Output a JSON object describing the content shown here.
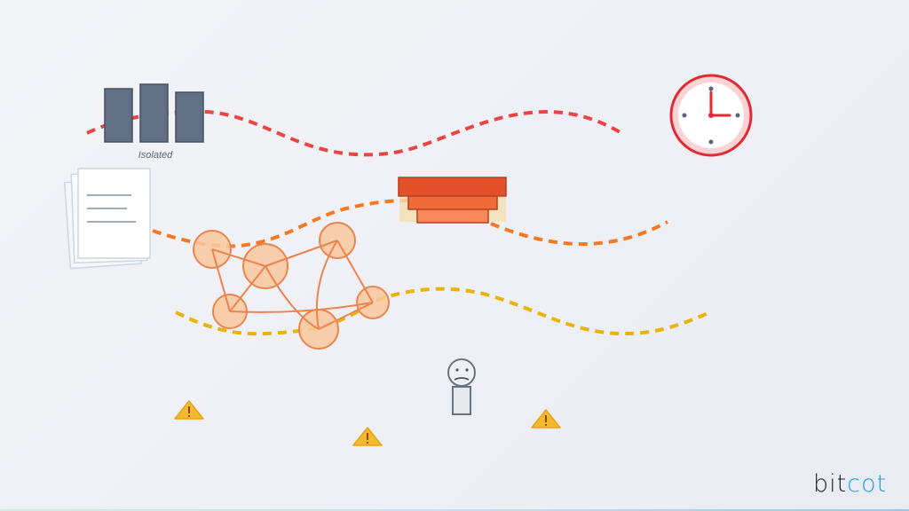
{
  "diagram": {
    "silo_label": "Isolated",
    "logo": {
      "part1": "bit",
      "part2": "cot"
    },
    "colors": {
      "background": "#eef0f5",
      "silo_fill": "#627085",
      "silo_stroke": "#45505f",
      "wave_red": "#ea4444",
      "wave_orange": "#f47a22",
      "wave_yellow": "#eab308",
      "clock_ring": "#e02a35",
      "clock_inner_ring": "#fbd3d5",
      "network_node_fill": "#f9c89c",
      "network_stroke": "#ec8450",
      "warning_fill": "#f5b82e",
      "warning_mark": "#a05a00",
      "logo_dark": "#1f2328",
      "logo_accent": "#1aa3e0"
    },
    "elements": [
      {
        "id": "silos",
        "icon": "bar-silos-icon",
        "description": "three dark gray vertical bars"
      },
      {
        "id": "clock",
        "icon": "clock-icon",
        "time_shown": "3:00"
      },
      {
        "id": "documents",
        "icon": "document-stack-icon"
      },
      {
        "id": "layered-stack",
        "icon": "layered-stack-icon"
      },
      {
        "id": "network",
        "icon": "network-graph-icon",
        "nodes": 6
      },
      {
        "id": "person",
        "icon": "sad-person-icon"
      },
      {
        "id": "warnings",
        "icon": "warning-icon",
        "count": 3
      }
    ]
  }
}
